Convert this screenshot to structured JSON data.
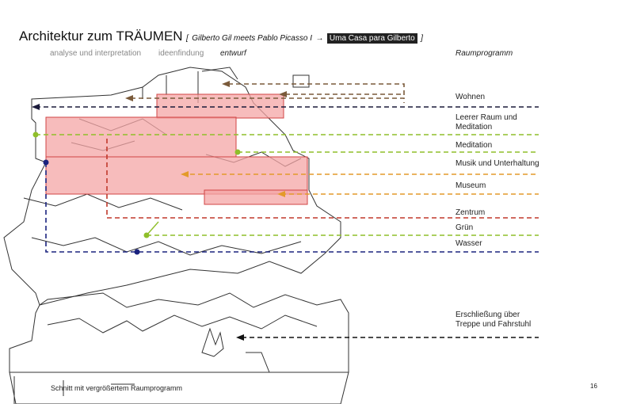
{
  "title": {
    "main": "Architektur zum TRÄUMEN",
    "bracket_open": "[",
    "sub": "Gilberto Gil meets Pablo Picasso I",
    "arrow": "→",
    "highlight": "Uma Casa para Gilberto",
    "bracket_close": "]"
  },
  "nav": {
    "item1": "analyse und interpretation",
    "item2": "ideenfindung",
    "item3": "entwurf",
    "heading": "Raumprogramm"
  },
  "legend": [
    {
      "label": "Wohnen",
      "color": "#1a1a3a"
    },
    {
      "label": "Leerer Raum und\nMeditation",
      "color": "#8fbf2a"
    },
    {
      "label": "Meditation",
      "color": "#8fbf2a"
    },
    {
      "label": "Musik und Unterhaltung",
      "color": "#e39a2a"
    },
    {
      "label": "Museum",
      "color": "#e39a2a"
    },
    {
      "label": "Zentrum",
      "color": "#c0392b"
    },
    {
      "label": "Grün",
      "color": "#8fbf2a"
    },
    {
      "label": "Wasser",
      "color": "#1a237e"
    },
    {
      "label": "Erschließung über\nTreppe und Fahrstuhl",
      "color": "#111111"
    }
  ],
  "caption": "Schnitt mit vergrößertem Raumprogramm",
  "page_number": "16",
  "colors": {
    "highlight_fill": "#f4a6a6",
    "highlight_stroke": "#d04545"
  }
}
